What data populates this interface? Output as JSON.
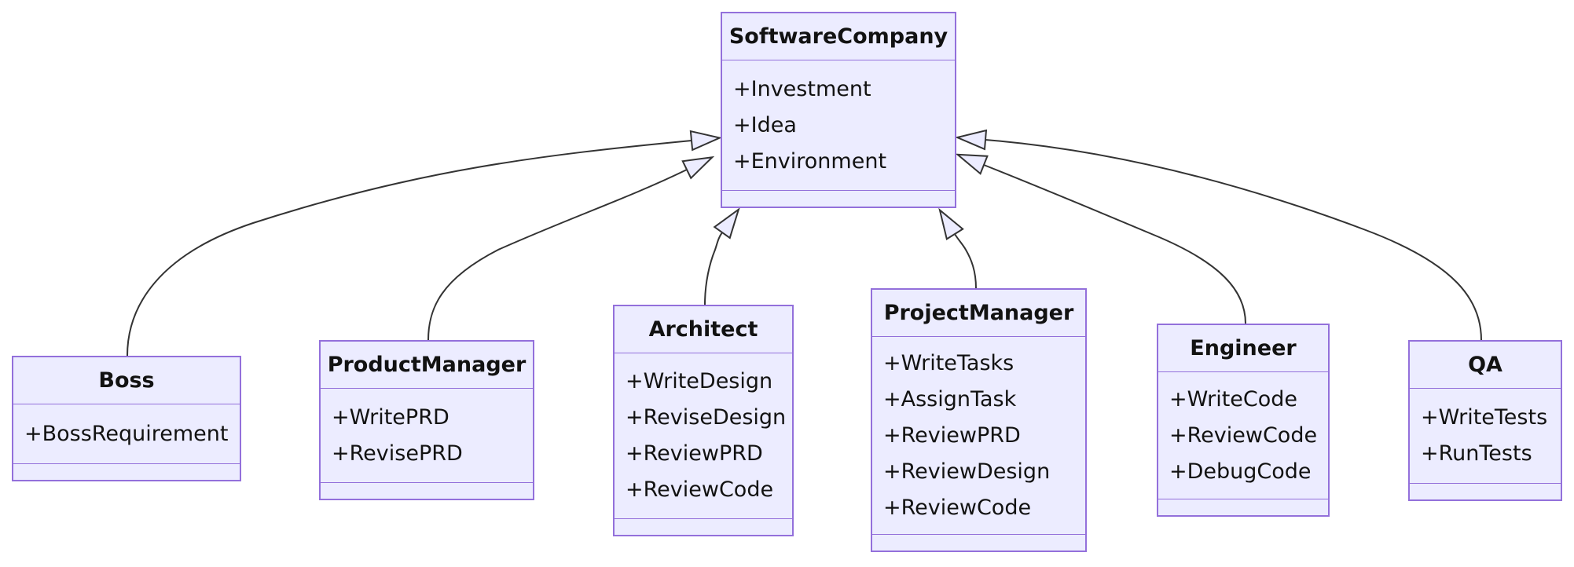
{
  "diagram_type": "UML class diagram (inheritance hierarchy)",
  "classes": {
    "software_company": {
      "name": "SoftwareCompany",
      "attrs": [
        "+Investment",
        "+Idea",
        "+Environment"
      ],
      "methods": []
    },
    "boss": {
      "name": "Boss",
      "attrs": [
        "+BossRequirement"
      ],
      "methods": []
    },
    "product_manager": {
      "name": "ProductManager",
      "attrs": [
        "+WritePRD",
        "+RevisePRD"
      ],
      "methods": []
    },
    "architect": {
      "name": "Architect",
      "attrs": [
        "+WriteDesign",
        "+ReviseDesign",
        "+ReviewPRD",
        "+ReviewCode"
      ],
      "methods": []
    },
    "project_manager": {
      "name": "ProjectManager",
      "attrs": [
        "+WriteTasks",
        "+AssignTask",
        "+ReviewPRD",
        "+ReviewDesign",
        "+ReviewCode"
      ],
      "methods": []
    },
    "engineer": {
      "name": "Engineer",
      "attrs": [
        "+WriteCode",
        "+ReviewCode",
        "+DebugCode"
      ],
      "methods": []
    },
    "qa": {
      "name": "QA",
      "attrs": [
        "+WriteTests",
        "+RunTests"
      ],
      "methods": []
    }
  },
  "relations": [
    {
      "from": "Boss",
      "to": "SoftwareCompany",
      "type": "inheritance",
      "arrow": "hollow-triangle"
    },
    {
      "from": "ProductManager",
      "to": "SoftwareCompany",
      "type": "inheritance",
      "arrow": "hollow-triangle"
    },
    {
      "from": "Architect",
      "to": "SoftwareCompany",
      "type": "inheritance",
      "arrow": "hollow-triangle"
    },
    {
      "from": "ProjectManager",
      "to": "SoftwareCompany",
      "type": "inheritance",
      "arrow": "hollow-triangle"
    },
    {
      "from": "Engineer",
      "to": "SoftwareCompany",
      "type": "inheritance",
      "arrow": "hollow-triangle"
    },
    {
      "from": "QA",
      "to": "SoftwareCompany",
      "type": "inheritance",
      "arrow": "hollow-triangle"
    }
  ],
  "colors": {
    "node_fill": "#ECECFF",
    "node_border": "#9370DB",
    "edge_line": "#333333",
    "text": "#121212",
    "background": "#FFFFFF"
  }
}
